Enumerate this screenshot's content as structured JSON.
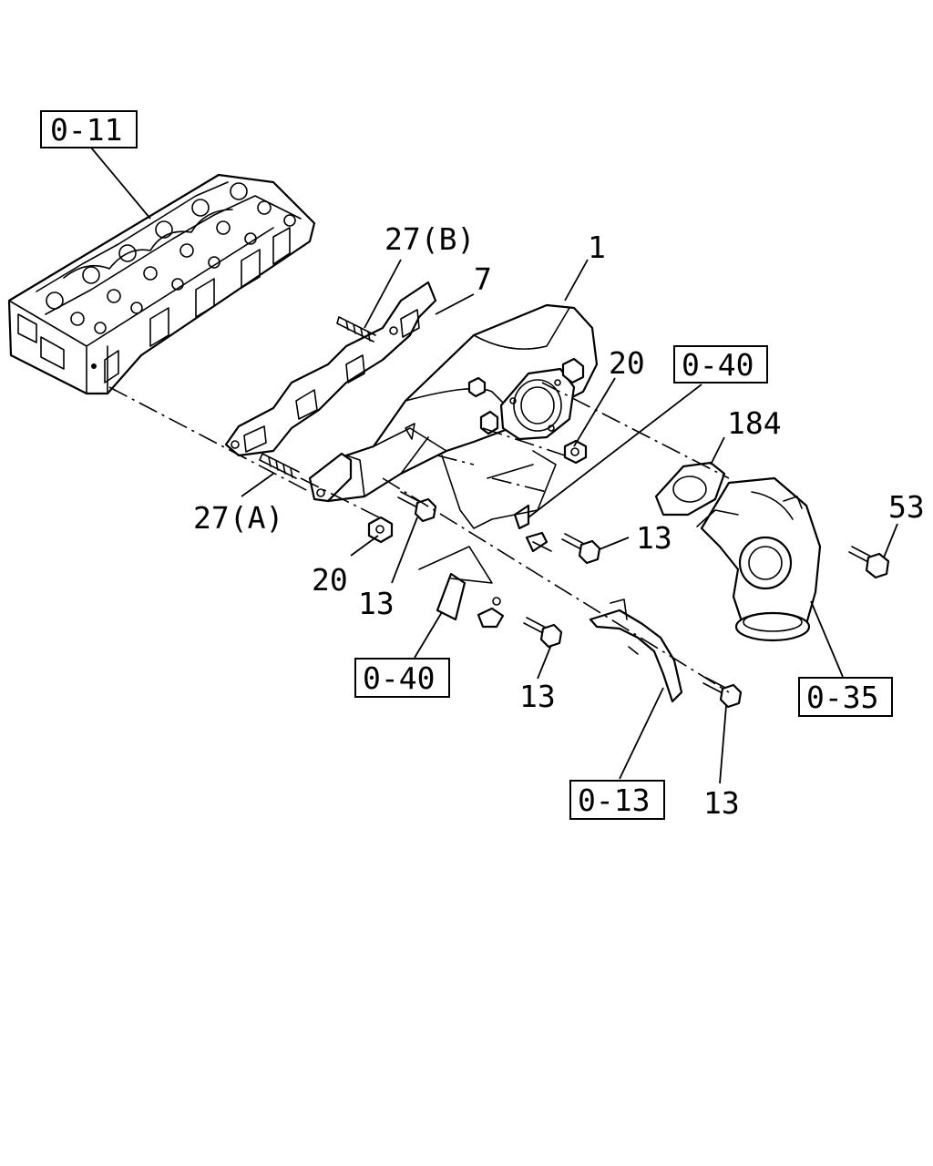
{
  "diagram": {
    "part_labels": {
      "p1": "1",
      "p7": "7",
      "p27b": "27(B)",
      "p27a": "27(A)",
      "p20_top": "20",
      "p20_bottom": "20",
      "p184": "184",
      "p53": "53",
      "p13_a": "13",
      "p13_b": "13",
      "p13_c": "13",
      "p13_d": "13"
    },
    "reference_boxes": {
      "ref_0_11": "0-11",
      "ref_0_40_top": "0-40",
      "ref_0_40_bottom": "0-40",
      "ref_0_35": "0-35",
      "ref_0_13": "0-13"
    }
  }
}
